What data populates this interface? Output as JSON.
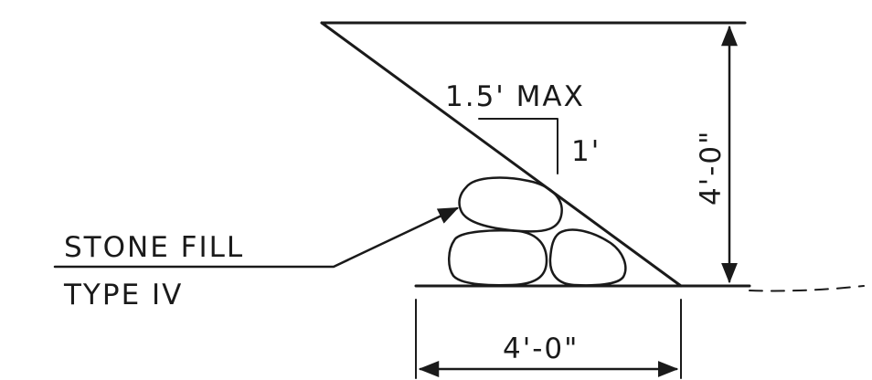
{
  "labels": {
    "slope_ratio_horizontal": "1.5' MAX",
    "slope_ratio_vertical": "1'",
    "height_dimension": "4'-0\"",
    "width_dimension": "4'-0\"",
    "material_line_1": "STONE FILL",
    "material_line_2": "TYPE IV"
  },
  "colors": {
    "ink": "#1a1a1a",
    "background": "#ffffff"
  }
}
